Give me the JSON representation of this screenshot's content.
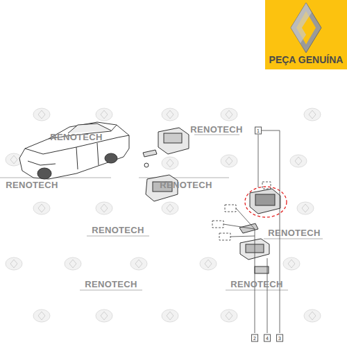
{
  "diagram": {
    "labels": [
      "PEÇA GENUÍNA",
      "1",
      "RENOTECH",
      "RENOTECH",
      "RENOTECH",
      "RENOTECH",
      "RENOTECH",
      "RENOTECH",
      "RENOTECH",
      "RENOTECH",
      "2",
      "4",
      "3"
    ]
  }
}
